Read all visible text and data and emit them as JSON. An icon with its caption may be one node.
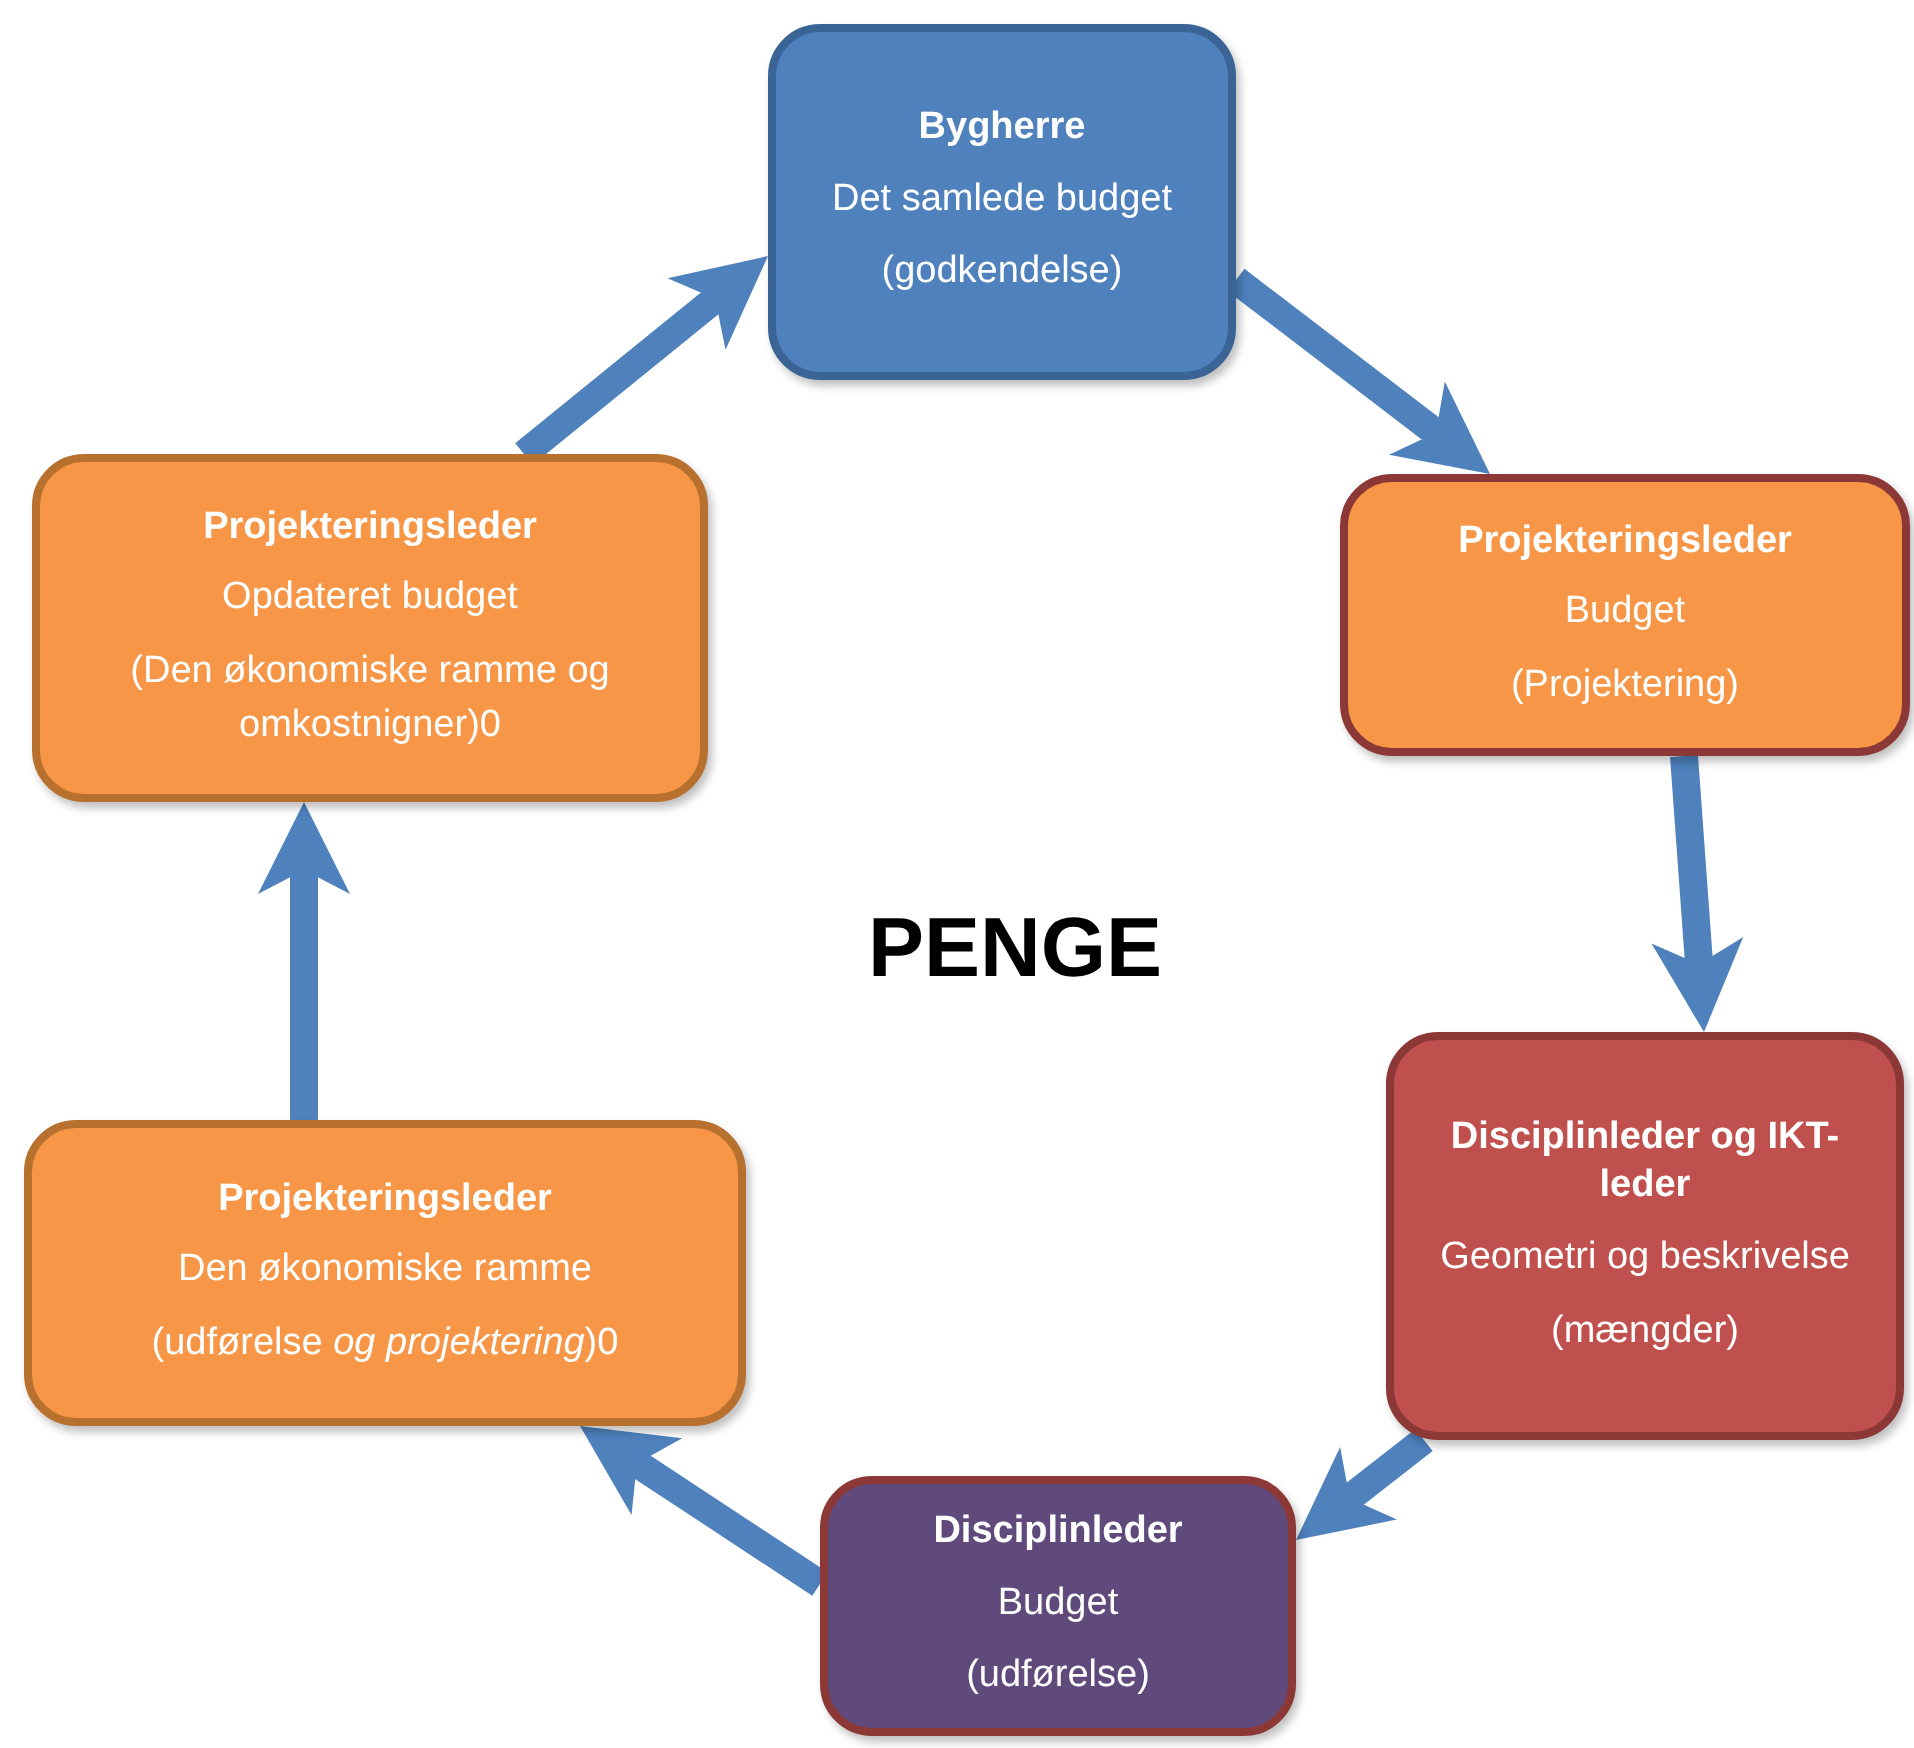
{
  "diagram": {
    "nodes": [
      {
        "text": [
          "Bygherre",
          "Det samlede budget",
          "(godkendelse)"
        ]
      },
      {
        "text": [
          "Projekteringsleder",
          "Budget",
          "(Projektering)"
        ]
      },
      {
        "text": [
          "Disciplinleder og IKT-leder",
          "Geometri og beskrivelse",
          "(mængder)"
        ]
      },
      {
        "text": [
          "Disciplinleder",
          "Budget",
          "(udførelse)"
        ]
      },
      {
        "text": [
          "Projekteringsleder",
          "Den økonomiske ramme",
          "(udførelse *og projektering*)0"
        ]
      },
      {
        "text": [
          "Projekteringsleder",
          "Opdateret budget",
          "(Den økonomiske  ramme og omkostnigner)0"
        ]
      }
    ],
    "edges": [
      {
        "from": 0,
        "to": 1,
        "arrow": "to"
      },
      {
        "from": 1,
        "to": 2,
        "arrow": "to"
      },
      {
        "from": 2,
        "to": 3,
        "arrow": "to"
      },
      {
        "from": 3,
        "to": 4,
        "arrow": "to"
      },
      {
        "from": 4,
        "to": 5,
        "arrow": "to"
      },
      {
        "from": 5,
        "to": 0,
        "arrow": "to"
      }
    ],
    "labels": [
      "PENGE"
    ]
  }
}
